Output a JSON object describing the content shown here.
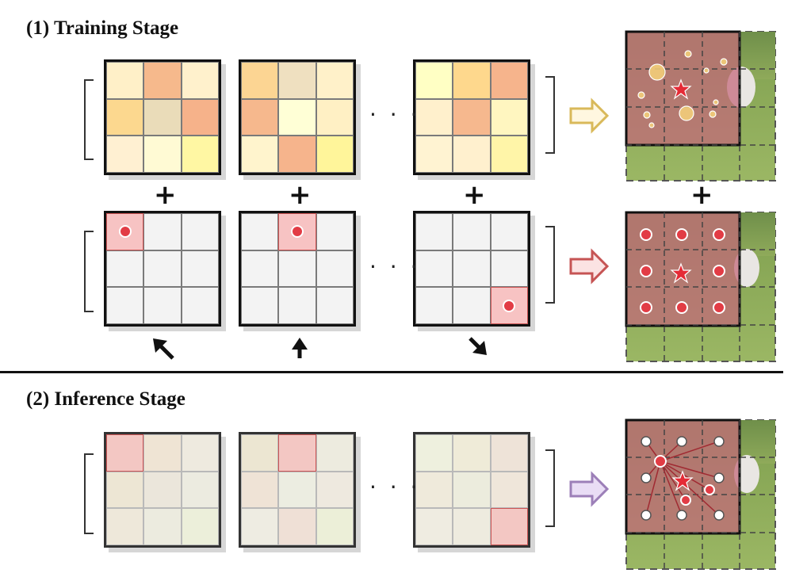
{
  "stages": {
    "training": {
      "title": "(1) Training Stage"
    },
    "inference": {
      "title": "(2) Inference Stage"
    }
  },
  "ellipsis": "· · ·",
  "plus": "+",
  "colors": {
    "yellow_arrow": "#d9b95a",
    "red_arrow": "#c65454",
    "purple_arrow": "#9c7fb8",
    "red_dot": "#e23c45",
    "highlight": "#f7c3c3"
  },
  "heatmaps": [
    {
      "cells": [
        "#fff0c8",
        "#f6b98c",
        "#fff1cc",
        "#fcd88f",
        "#eadcb9",
        "#f6b28a",
        "#fff0d2",
        "#fffad4",
        "#fff7a3"
      ]
    },
    {
      "cells": [
        "#fcd593",
        "#efe0c0",
        "#fff1c9",
        "#f6b88d",
        "#ffffd6",
        "#fff0c4",
        "#fff4cd",
        "#f6b48c",
        "#fff59a"
      ]
    },
    {
      "cells": [
        "#ffffc4",
        "#fed88d",
        "#f6b48c",
        "#fff0cc",
        "#f6b88e",
        "#fff6c0",
        "#fff3d2",
        "#fff0ce",
        "#fff5a8"
      ]
    }
  ],
  "inference_tints": [
    {
      "cells": [
        "#f3c7c3",
        "#efe4d4",
        "#eeeadf",
        "#ede6d4",
        "#ebe6db",
        "#ecebe0",
        "#eee8da",
        "#ecebdf",
        "#ecefda"
      ]
    },
    {
      "cells": [
        "#ece6d2",
        "#f3c7c3",
        "#edebdf",
        "#efe3d6",
        "#ecede1",
        "#eee9df",
        "#eeece2",
        "#efe0d6",
        "#ecefd8"
      ]
    },
    {
      "cells": [
        "#eef0de",
        "#efebd8",
        "#eee3d8",
        "#efeadb",
        "#ececdd",
        "#efe6da",
        "#efece1",
        "#eeebdf",
        "#f3c7c3"
      ]
    }
  ],
  "position_cells": [
    0,
    1,
    8
  ],
  "direction_arrows": [
    "up-left",
    "up",
    "down-right"
  ]
}
